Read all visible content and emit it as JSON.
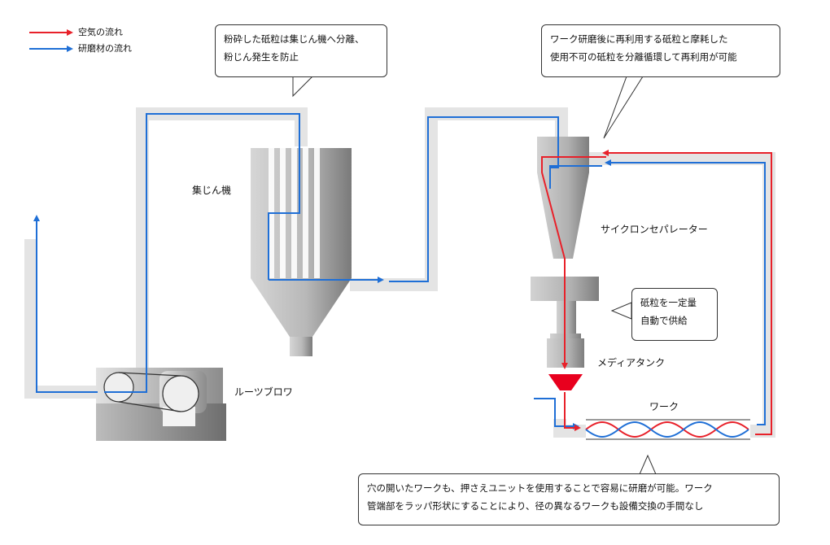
{
  "legend": {
    "air": {
      "label": "空気の流れ",
      "color": "#e8212a"
    },
    "abrasive": {
      "label": "研磨材の流れ",
      "color": "#1f6fd6"
    }
  },
  "labels": {
    "dust_collector": "集じん機",
    "cyclone": "サイクロンセパレーター",
    "media_tank": "メディアタンク",
    "work": "ワーク",
    "roots_blower": "ルーツブロワ"
  },
  "bubbles": {
    "dust": {
      "line1": "粉砕した砥粒は集じん機へ分離、",
      "line2": "粉じん発生を防止"
    },
    "recycle": {
      "line1": "ワーク研磨後に再利用する砥粒と摩耗した",
      "line2": "使用不可の砥粒を分離循環して再利用が可能"
    },
    "supply": {
      "line1": "砥粒を一定量",
      "line2": "自動で供給"
    },
    "holes": {
      "line1": "穴の開いたワークも、押さえユニットを使用することで容易に研磨が可能。ワーク",
      "line2": "管端部をラッパ形状にすることにより、径の異なるワークも設備交換の手間なし"
    }
  },
  "colors": {
    "pipe": "#e4e4e4",
    "equipment_dark": "#8a8a8a",
    "equipment_light": "#d8d8d8",
    "media_red": "#e8001e"
  }
}
